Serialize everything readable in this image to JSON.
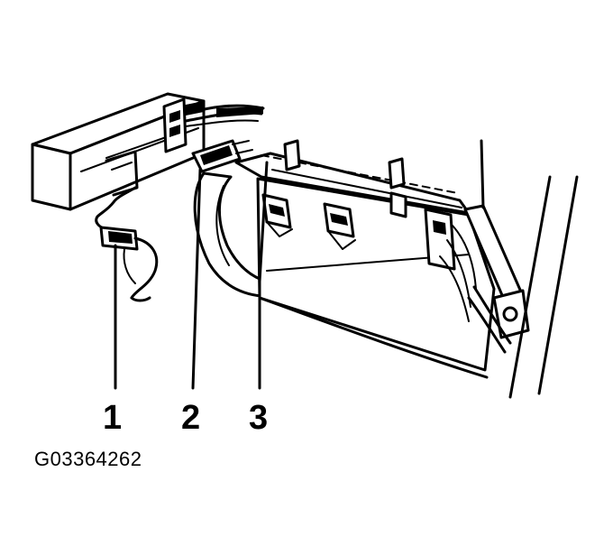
{
  "callouts": [
    {
      "id": "1",
      "label": "1"
    },
    {
      "id": "2",
      "label": "2"
    },
    {
      "id": "3",
      "label": "3"
    }
  ],
  "figure_id": "G03364262",
  "colors": {
    "ink": "#000000",
    "paper": "#ffffff"
  }
}
